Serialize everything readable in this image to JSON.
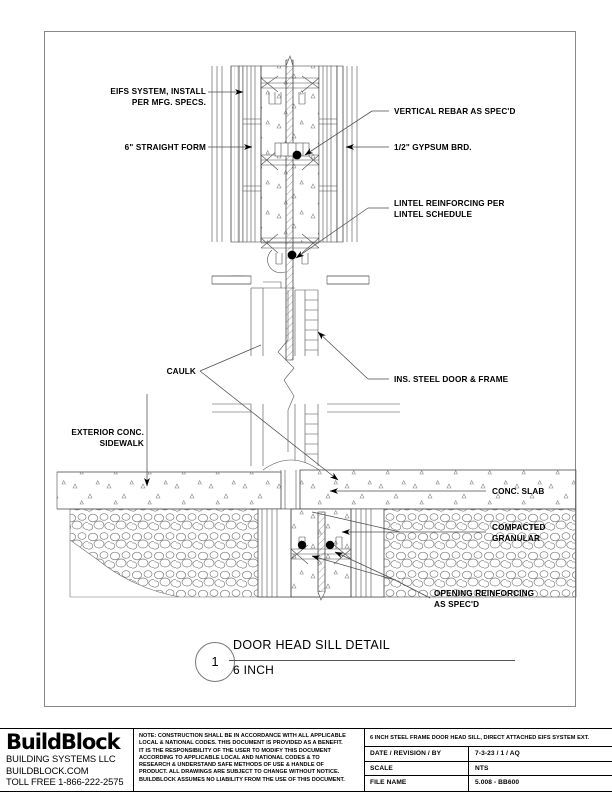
{
  "sheet": {
    "detail": {
      "number": "1",
      "title": "DOOR HEAD SILL DETAIL",
      "subtitle": "6 INCH"
    },
    "callouts": [
      {
        "key": "eifs",
        "text": "EIFS SYSTEM, INSTALL\nPER MFG. SPECS."
      },
      {
        "key": "form",
        "text": "6\" STRAIGHT FORM"
      },
      {
        "key": "caulk",
        "text": "CAULK"
      },
      {
        "key": "sidewalk",
        "text": "EXTERIOR CONC.\nSIDEWALK"
      },
      {
        "key": "rebar",
        "text": "VERTICAL REBAR AS SPEC'D"
      },
      {
        "key": "gypsum",
        "text": "1/2\" GYPSUM BRD."
      },
      {
        "key": "lintel",
        "text": "LINTEL REINFORCING PER\nLINTEL SCHEDULE"
      },
      {
        "key": "door",
        "text": "INS. STEEL DOOR & FRAME"
      },
      {
        "key": "slab",
        "text": "CONC. SLAB"
      },
      {
        "key": "granular",
        "text": "COMPACTED\nGRANULAR"
      },
      {
        "key": "opening",
        "text": "OPENING REINFORCING\nAS SPEC'D"
      }
    ]
  },
  "titleblock": {
    "logo": {
      "name": "BuildBlock",
      "line1": "BUILDING SYSTEMS LLC",
      "line2": "BUILDBLOCK.COM",
      "line3": "TOLL FREE 1-866-222-2575"
    },
    "note": [
      "NOTE: CONSTRUCTION SHALL BE IN ACCORDANCE WITH ALL APPLICABLE",
      "LOCAL & NATIONAL CODES. THIS DOCUMENT IS PROVIDED AS A BENEFIT.",
      "IT IS THE RESPONSIBILITY OF THE USER TO MODIFY THIS DOCUMENT",
      "ACCORDING TO APPLICABLE LOCAL AND NATIONAL CODES & TO",
      "RESEARCH & UNDERSTAND SAFE METHODS OF USE & HANDLE OF",
      "PRODUCT. ALL DRAWINGS ARE SUBJECT TO CHANGE WITHOUT NOTICE.",
      "BUILDBLOCK ASSUMES NO LIABILITY FROM THE USE OF THIS DOCUMENT."
    ],
    "description": "6 INCH STEEL FRAME DOOR HEAD SILL, DIRECT ATTACHED EIFS SYSTEM EXT.",
    "rows": [
      {
        "key": "DATE / REVISION / BY",
        "value": "7-3-23 / 1 / AQ"
      },
      {
        "key": "SCALE",
        "value": "NTS"
      },
      {
        "key": "FILE NAME",
        "value": "5.008 - BB600"
      }
    ]
  },
  "colors": {
    "line": "#000000",
    "frame": "#888888",
    "hatch": "#6f6f6f"
  }
}
